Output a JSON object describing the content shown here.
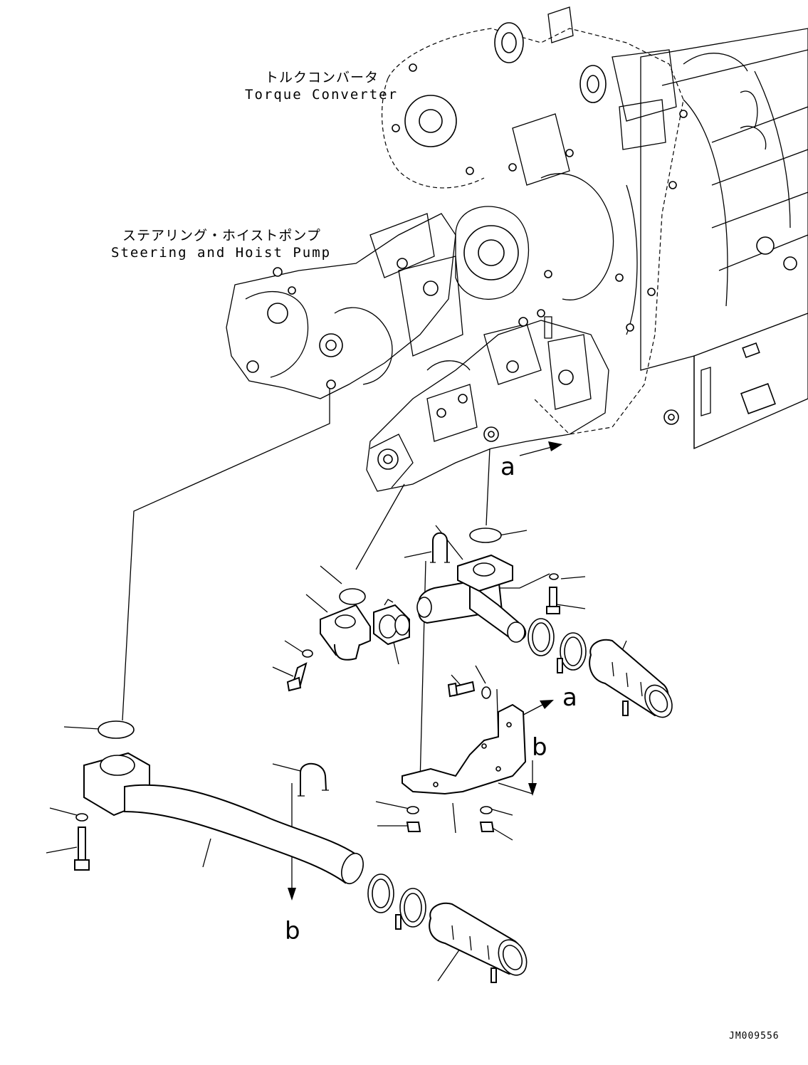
{
  "labels": {
    "torque_converter_jp": "トルクコンバータ",
    "torque_converter_en": "Torque Converter",
    "pump_jp": "ステアリング・ホイストポンプ",
    "pump_en": "Steering and Hoist Pump",
    "ref_a_upper": "a",
    "ref_a_lower": "a",
    "ref_b_right": "b",
    "ref_b_lower": "b",
    "drawing_code": "JM009556"
  }
}
